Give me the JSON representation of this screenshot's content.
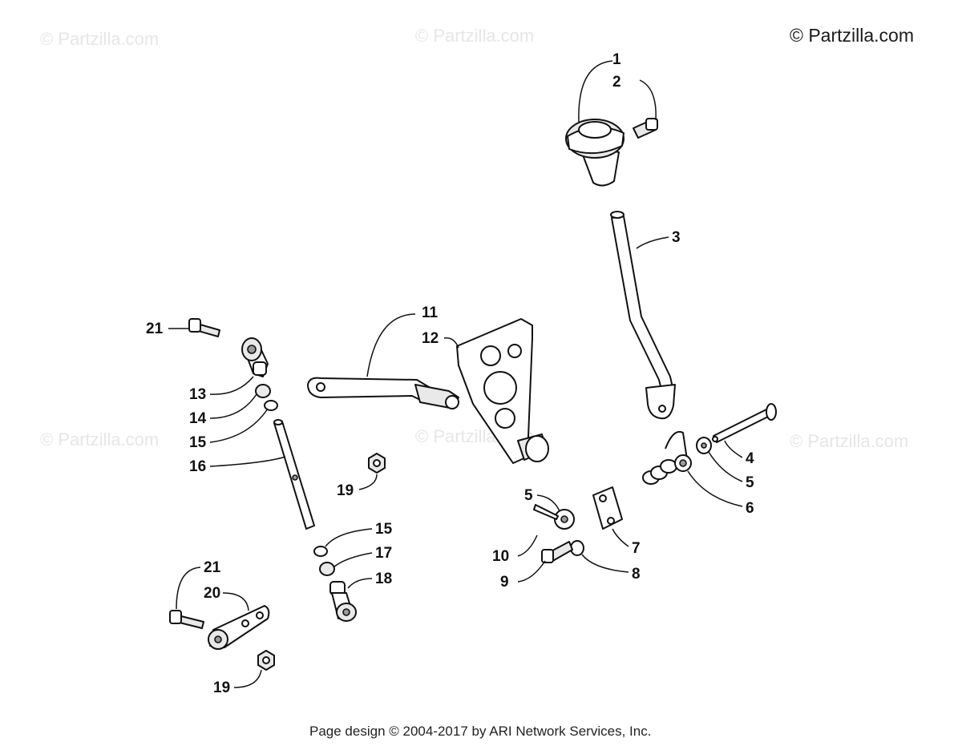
{
  "watermarks": {
    "main": "© Partzilla.com",
    "faint": "© Partzilla.com"
  },
  "callouts": {
    "c1": "1",
    "c2": "2",
    "c3": "3",
    "c4": "4",
    "c5a": "5",
    "c5b": "5",
    "c6": "6",
    "c7": "7",
    "c8": "8",
    "c9": "9",
    "c10": "10",
    "c11": "11",
    "c12": "12",
    "c13": "13",
    "c14": "14",
    "c15a": "15",
    "c15b": "15",
    "c16": "16",
    "c17": "17",
    "c18": "18",
    "c19a": "19",
    "c19b": "19",
    "c20": "20",
    "c21a": "21",
    "c21b": "21"
  },
  "footer": "Page design © 2004-2017 by ARI Network Services, Inc.",
  "colors": {
    "ink": "#111111",
    "watermark": "#e6e6e6",
    "background": "#ffffff"
  }
}
